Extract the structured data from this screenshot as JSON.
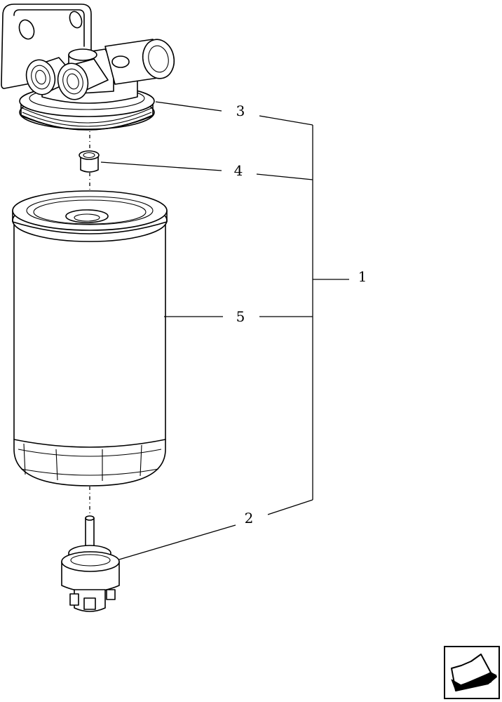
{
  "callouts": {
    "c1": "1",
    "c2": "2",
    "c3": "3",
    "c4": "4",
    "c5": "5"
  },
  "nav_icon": "arrow-bottom-left-icon"
}
